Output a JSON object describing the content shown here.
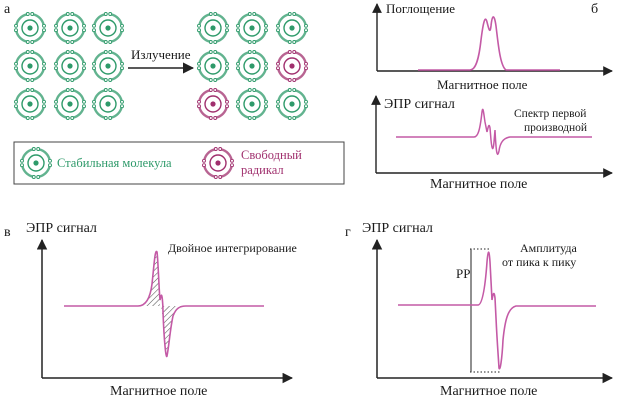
{
  "panels": {
    "a": {
      "letter": "а",
      "arrow_label": "Излучение"
    },
    "b": {
      "letter": "б",
      "top_ylabel": "Поглощение",
      "top_xlabel": "Магнитное поле",
      "bottom_ylabel": "ЭПР сигнал",
      "bottom_xlabel": "Магнитное поле",
      "bottom_note_line1": "Спектр первой",
      "bottom_note_line2": "производной"
    },
    "c": {
      "letter": "в",
      "ylabel": "ЭПР сигнал",
      "xlabel": "Магнитное поле",
      "note": "Двойное интегрирование"
    },
    "d": {
      "letter": "г",
      "ylabel": "ЭПР сигнал",
      "xlabel": "Магнитное поле",
      "note_line1": "Амплитуда",
      "note_line2": "от пика к пику",
      "pp_label": "PP"
    }
  },
  "legend": {
    "stable_label": "Стабильная молекула",
    "radical_line1": "Свободный",
    "radical_line2": "радикал"
  },
  "colors": {
    "stable": "#2e9a6a",
    "radical": "#a0306e",
    "curve": "#c45aa6",
    "axis": "#222222"
  }
}
